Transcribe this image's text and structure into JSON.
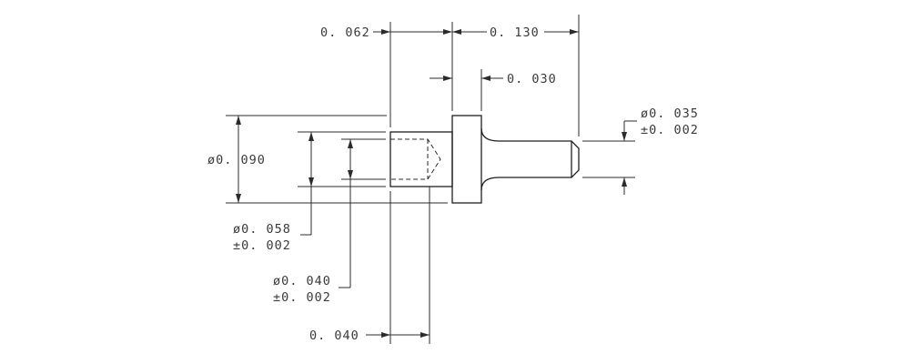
{
  "dimensions": {
    "left_body_length": "0. 062",
    "overall_right_length": "0. 130",
    "flange_thickness": "0. 030",
    "flange_diameter": "ø0. 090",
    "bore_diameter": "ø0. 058",
    "bore_tolerance": "±0. 002",
    "hole_diameter": "ø0. 040",
    "hole_tolerance": "±0. 002",
    "pin_diameter": "ø0. 035",
    "pin_tolerance": "±0. 002",
    "hole_depth": "0. 040"
  }
}
